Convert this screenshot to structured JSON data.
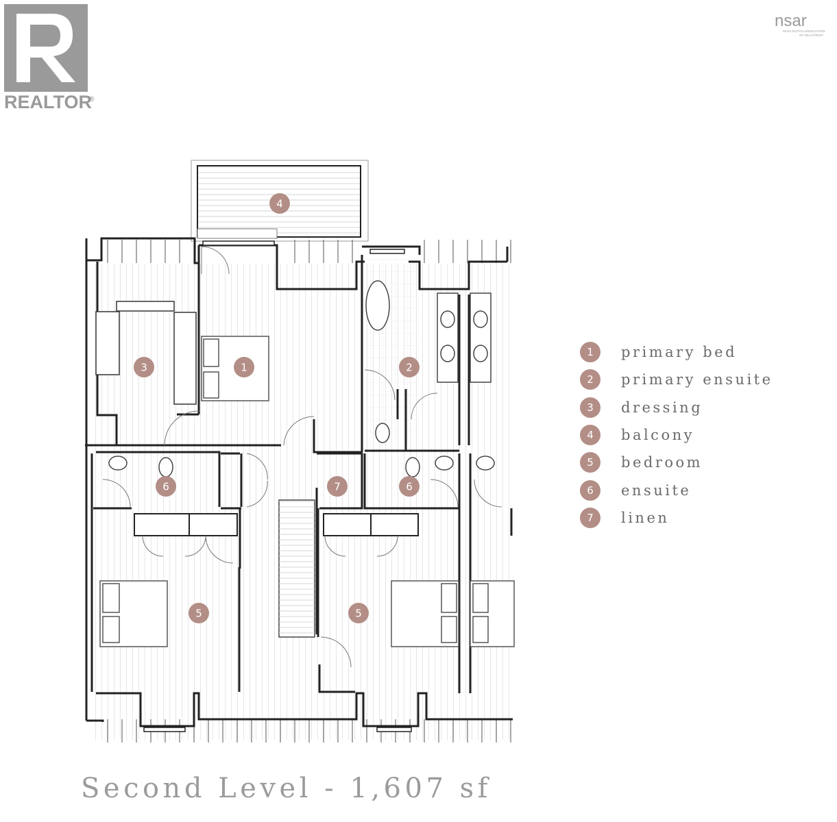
{
  "logos": {
    "realtor_text": "REALTOR",
    "realtor_mark": "®",
    "realtor_letter": "R",
    "nsar_text": "nsar",
    "nsar_caption_1": "NOVA SCOTIA ASSOCIATION",
    "nsar_caption_2": "OF REALTORS®"
  },
  "colors": {
    "marker": "#b38e86",
    "wall": "#222222",
    "floor_lines": "#e6e6e6",
    "title": "#9b9b9b",
    "logo_gray": "#9a9a9a"
  },
  "legend": [
    {
      "num": "1",
      "label": "primary bed"
    },
    {
      "num": "2",
      "label": "primary ensuite"
    },
    {
      "num": "3",
      "label": "dressing"
    },
    {
      "num": "4",
      "label": "balcony"
    },
    {
      "num": "5",
      "label": "bedroom"
    },
    {
      "num": "6",
      "label": "ensuite"
    },
    {
      "num": "7",
      "label": "linen"
    }
  ],
  "plan_markers": [
    "4",
    "3",
    "1",
    "2",
    "6",
    "7",
    "6",
    "5",
    "5"
  ],
  "title": "Second Level - 1,607 sf"
}
